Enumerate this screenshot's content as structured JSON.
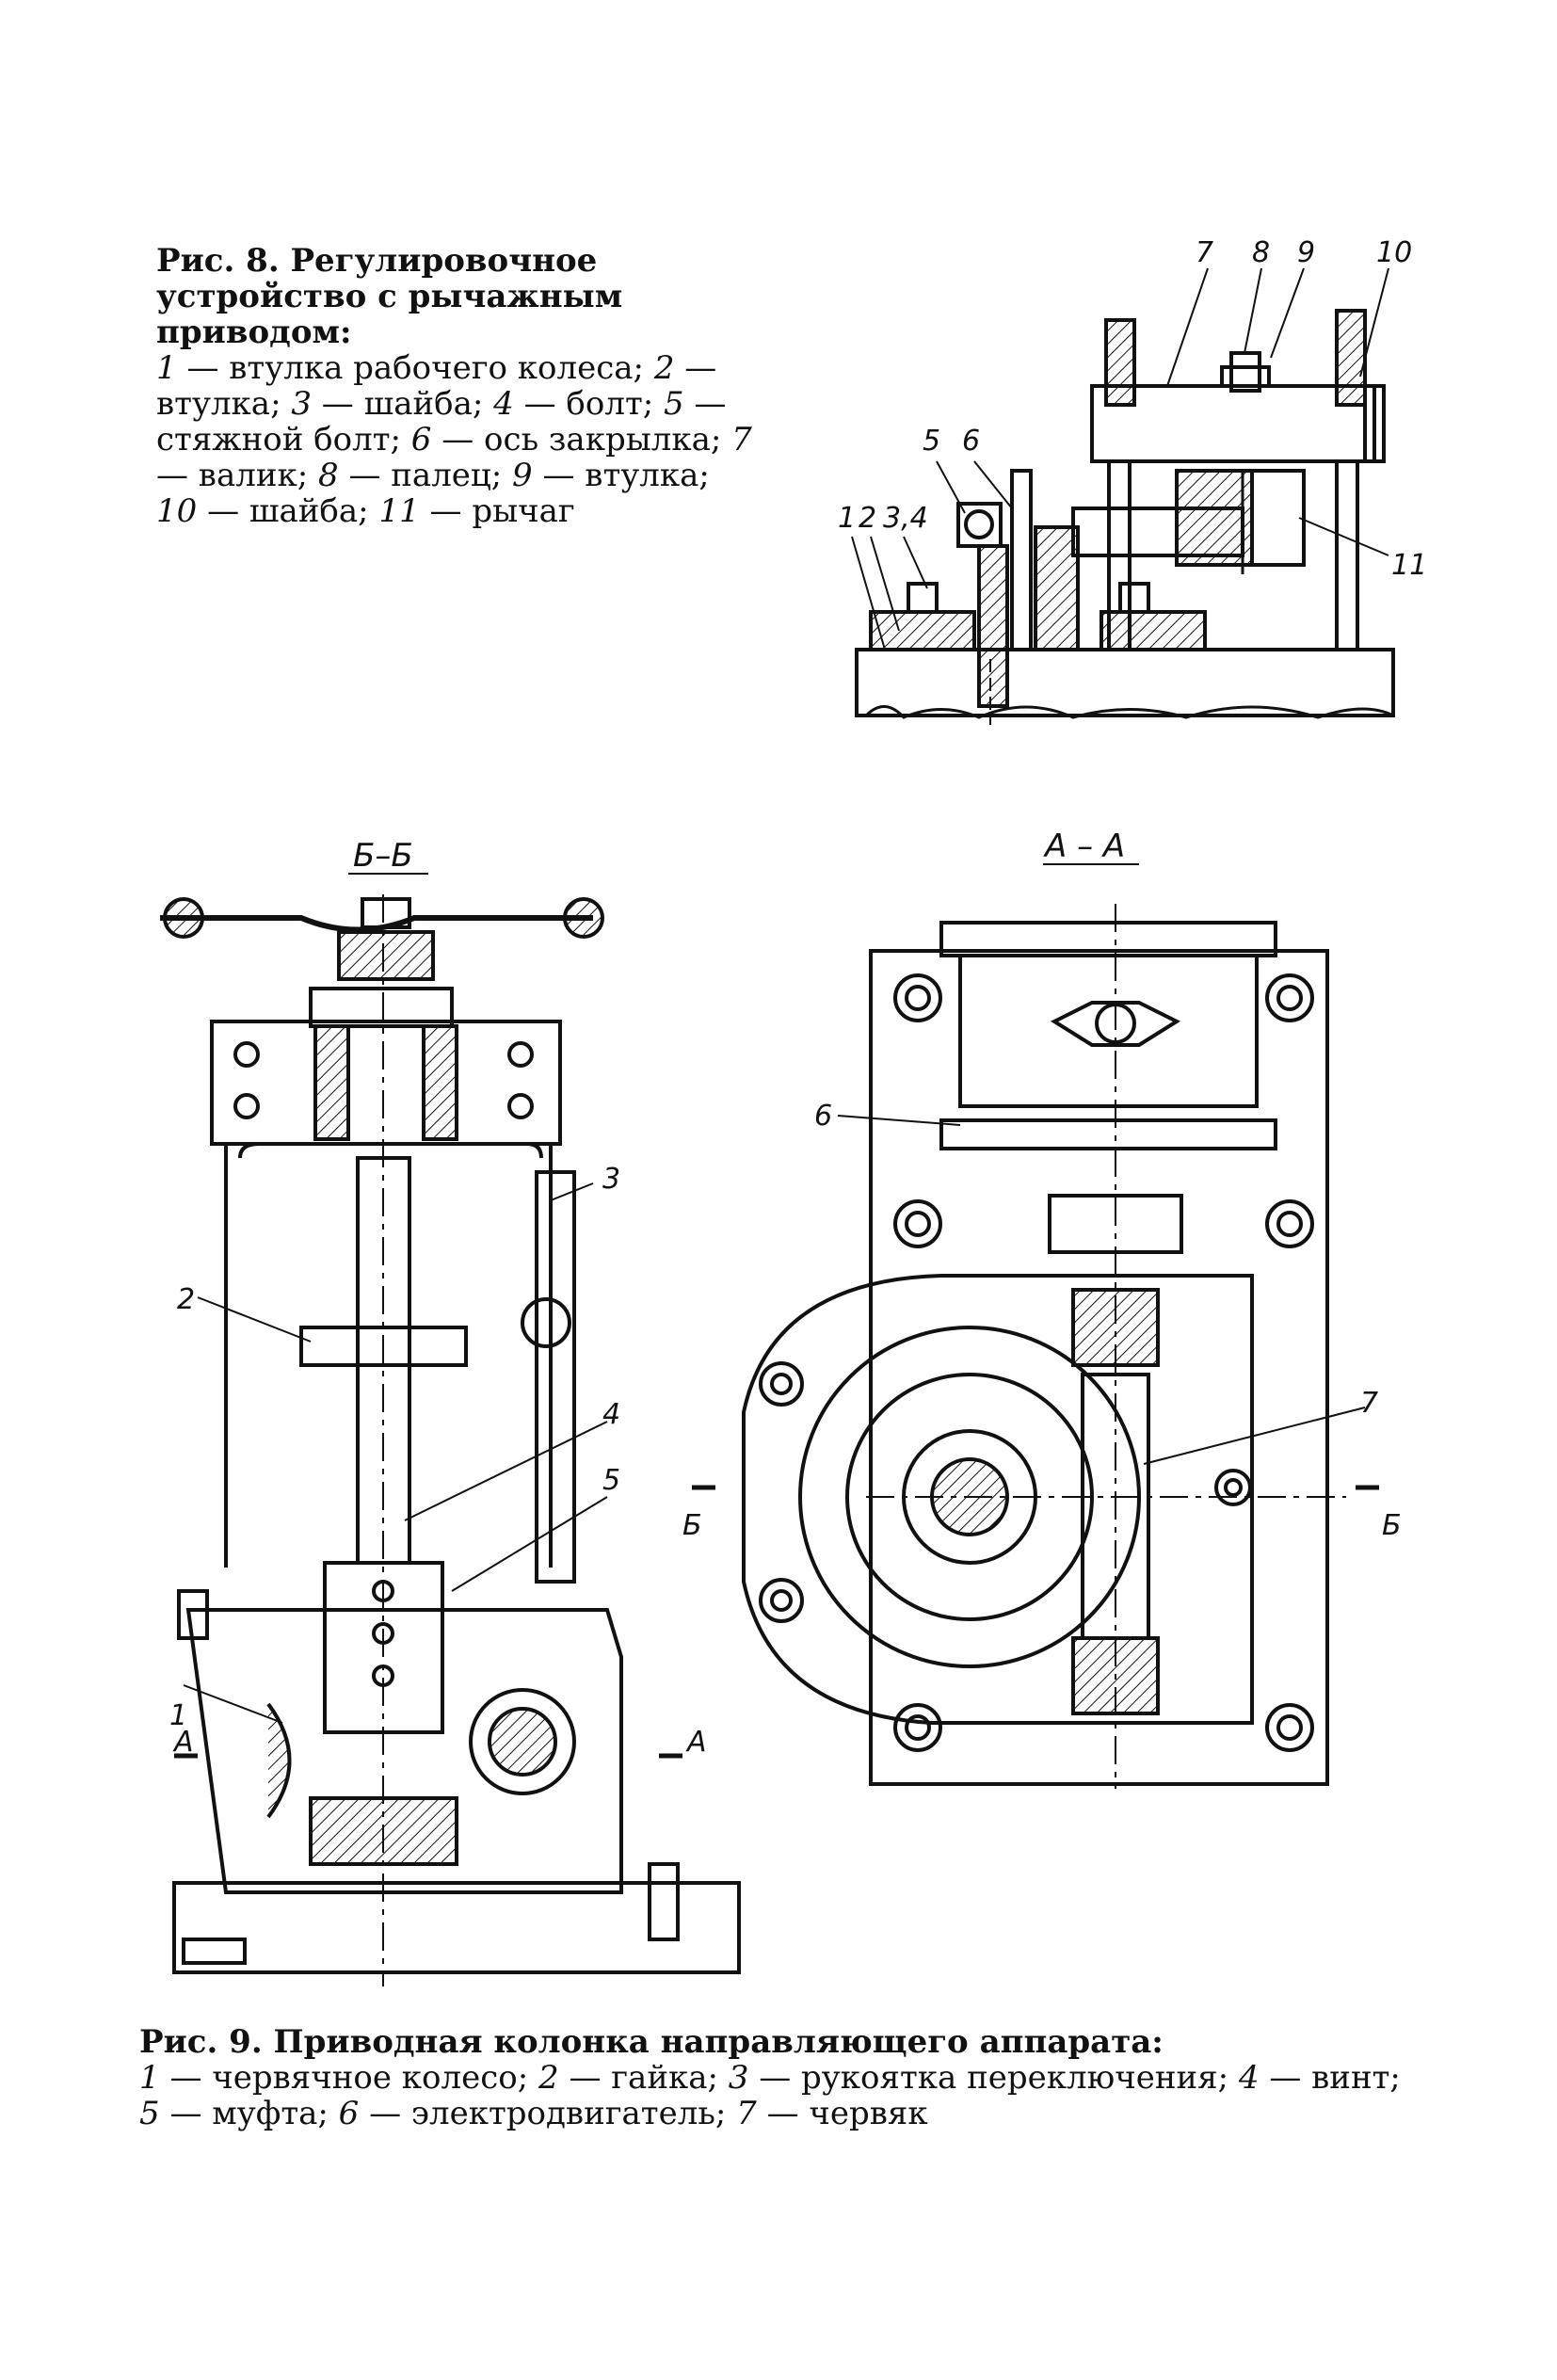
{
  "fig8": {
    "title": "Рис. 8. Регулировочное устройство с рычажным приводом:",
    "legend": [
      {
        "num": "1",
        "text": "— втулка рабочего колеса;"
      },
      {
        "num": "2",
        "text": "— втулка;"
      },
      {
        "num": "3",
        "text": "— шайба;"
      },
      {
        "num": "4",
        "text": "— болт;"
      },
      {
        "num": "5",
        "text": "— стяжной болт;"
      },
      {
        "num": "6",
        "text": "— ось закрылка;"
      },
      {
        "num": "7",
        "text": "— валик;"
      },
      {
        "num": "8",
        "text": "— палец;"
      },
      {
        "num": "9",
        "text": "— втулка;"
      },
      {
        "num": "10",
        "text": "— шайба;"
      },
      {
        "num": "11",
        "text": "— рычаг"
      }
    ],
    "labels": [
      "1",
      "2",
      "3,4",
      "5",
      "6",
      "7",
      "8",
      "9",
      "10",
      "11"
    ]
  },
  "fig9": {
    "title": "Рис. 9. Приводная колонка направляющего аппарата:",
    "legend": [
      {
        "num": "1",
        "text": "— червячное колесо;"
      },
      {
        "num": "2",
        "text": "— гайка;"
      },
      {
        "num": "3",
        "text": "— рукоятка переключения;"
      },
      {
        "num": "4",
        "text": "— винт;"
      },
      {
        "num": "5",
        "text": "— муфта;"
      },
      {
        "num": "6",
        "text": "— электродвигатель;"
      },
      {
        "num": "7",
        "text": "— червяк"
      }
    ],
    "section_bb": "Б–Б",
    "section_aa": "А – А",
    "labels_left": [
      "1",
      "2",
      "3",
      "4",
      "5"
    ],
    "labels_right": [
      "6",
      "7"
    ],
    "cut_marks": {
      "a": "А",
      "b": "Б"
    }
  }
}
